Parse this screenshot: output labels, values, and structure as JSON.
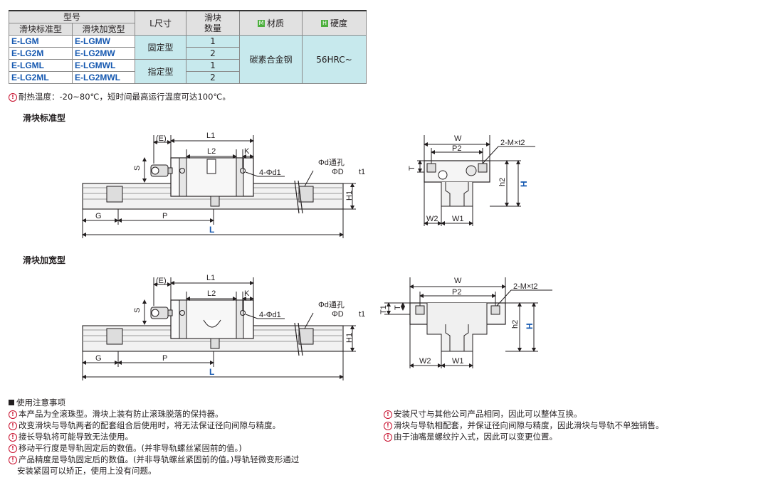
{
  "table": {
    "header": {
      "model": "型号",
      "std": "滑块标准型",
      "wide": "滑块加宽型",
      "lsize": "L尺寸",
      "blocks": "滑块数量",
      "material_badge": "M",
      "material": "材质",
      "hardness_badge": "H",
      "hardness": "硬度"
    },
    "rows": [
      {
        "std": "E-LGM",
        "wide": "E-LGMW",
        "blocks": "1"
      },
      {
        "std": "E-LG2M",
        "wide": "E-LG2MW",
        "blocks": "2"
      },
      {
        "std": "E-LGML",
        "wide": "E-LGMWL",
        "blocks": "1"
      },
      {
        "std": "E-LG2ML",
        "wide": "E-LG2MWL",
        "blocks": "2"
      }
    ],
    "fixed": "固定型",
    "specified": "指定型",
    "material_value": "碳素合金钢",
    "hardness_value": "56HRC~"
  },
  "temp_note": "耐热温度：-20~80℃，短时间最高运行温度可达100℃。",
  "sections": {
    "standard": "滑块标准型",
    "wide": "滑块加宽型"
  },
  "dims": {
    "E": "(E)",
    "L1": "L1",
    "L2": "L2",
    "K": "K",
    "S": "S",
    "hole": "4-Φd1",
    "through": "Φd通孔",
    "cbore": "ΦD",
    "t1": "t1",
    "H1": "H1",
    "G": "G",
    "P": "P",
    "L": "L",
    "W": "W",
    "P2": "P2",
    "thread": "2-M×t2",
    "T": "T",
    "T1": "T1",
    "h2": "h2",
    "H": "H",
    "W2": "W2",
    "W1": "W1"
  },
  "notes_title": "使用注意事项",
  "notes_left": [
    "本产品为全滚珠型。滑块上装有防止滚珠脱落的保持器。",
    "改变滑块与导轨两者的配套组合后使用时，将无法保证径向间隙与精度。",
    "接长导轨将可能导致无法使用。",
    "移动平行度是导轨固定后的数值。(并非导轨螺丝紧固前的值。)",
    "产品精度是导轨固定后的数值。(并非导轨螺丝紧固前的值。)导轨轻微变形通过",
    "安装紧固可以矫正，使用上没有问题。"
  ],
  "notes_right": [
    "安装尺寸与其他公司产品相同，因此可以整体互换。",
    "滑块与导轨相配套，并保证径向间隙与精度，因此滑块与导轨不单独销售。",
    "由于油嘴是螺纹拧入式，因此可以变更位置。"
  ],
  "note_mark": "!"
}
